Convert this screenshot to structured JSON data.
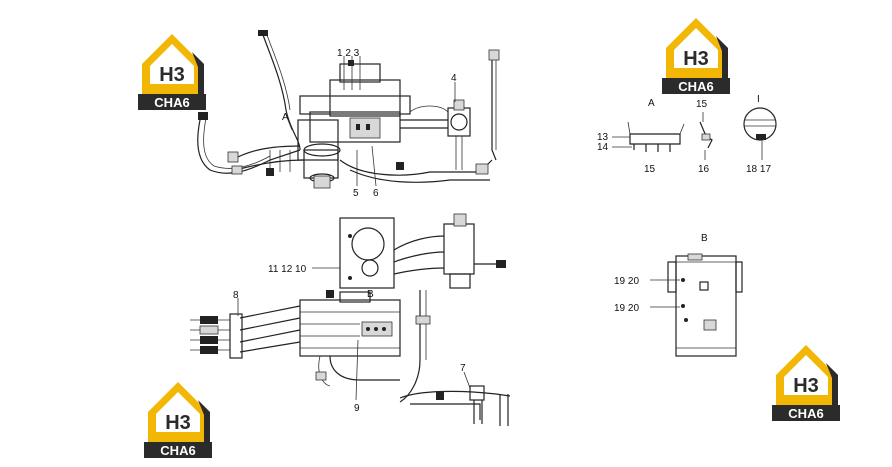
{
  "logo": {
    "top": "H3",
    "bottom": "CHA6",
    "colors": {
      "gold": "#F2B705",
      "dark": "#2B2B2B",
      "light": "#FFFFFF"
    }
  },
  "callouts": {
    "c12_3": "1 2 3",
    "c4": "4",
    "cA_main": "A",
    "c5": "5",
    "c6": "6",
    "c11_12_10": "11 12 10",
    "c8": "8",
    "cB_main": "B",
    "c9": "9",
    "c7": "7",
    "detailA_title": "A",
    "c13": "13",
    "c14": "14",
    "c15_bottom": "15",
    "c15_top": "15",
    "c16": "16",
    "detailI_title": "I",
    "c18_17": "18 17",
    "detailB_title": "B",
    "c19_20_a": "19 20",
    "c19_20_b": "19 20"
  }
}
